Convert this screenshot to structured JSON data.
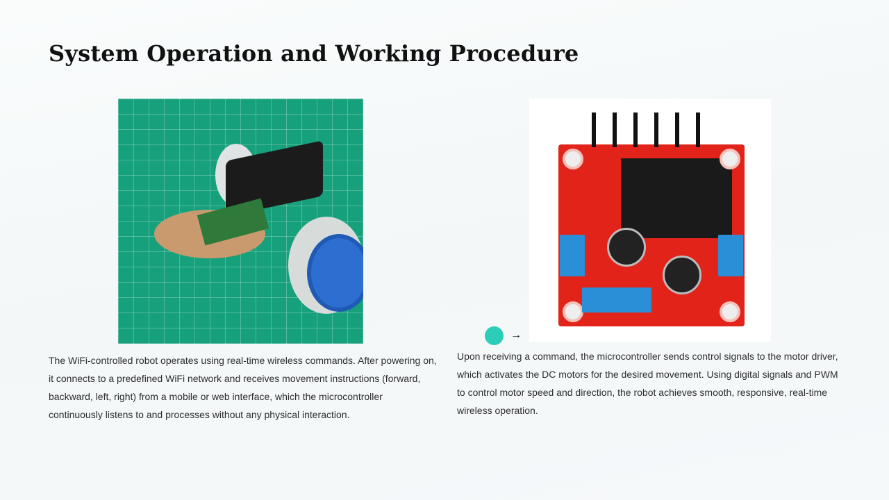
{
  "slide": {
    "title": "System Operation and Working Procedure",
    "paragraph_left": "The WiFi-controlled robot operates using real-time wireless commands. After powering on, it connects to a predefined WiFi network and receives movement instructions (forward, backward, left, right) from a mobile or web interface, which the microcontroller continuously listens to and processes without any physical interaction.",
    "paragraph_right": "Upon receiving a command, the microcontroller sends control signals to the motor driver, which activates the DC motors for the desired movement. Using digital signals and PWM to control motor speed and direction, the robot achieves smooth, responsive, real-time wireless operation.",
    "arrow_glyph": "→"
  },
  "colors": {
    "mat_green": "#17a07c",
    "board_red": "#e2231a",
    "terminal_blue": "#2a8fd6",
    "pointer_teal": "#2ccdb8"
  }
}
